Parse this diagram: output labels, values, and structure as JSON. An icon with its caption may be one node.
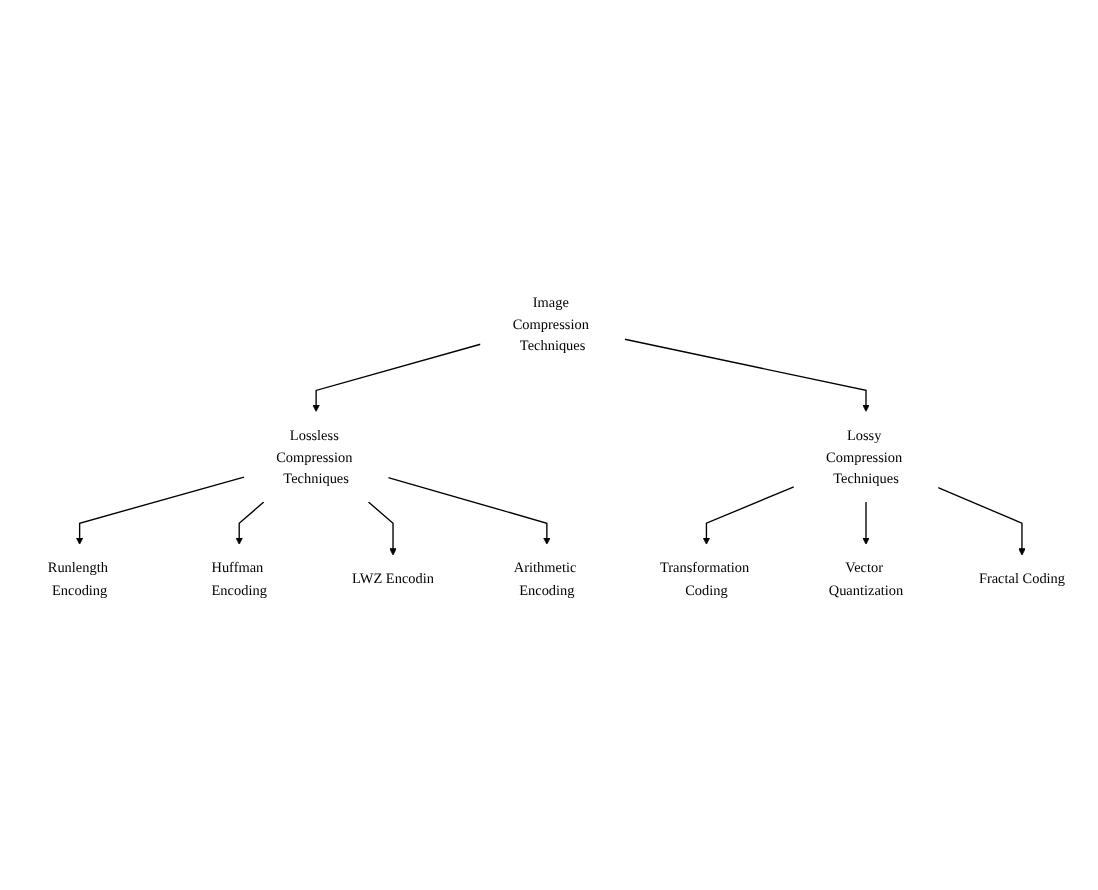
{
  "diagram": {
    "nodes": [
      {
        "text": [
          "Image Compression Techniques"
        ]
      },
      {
        "text": [
          "Lossless Compression Techniques"
        ]
      },
      {
        "text": [
          "Lossy Compression Techniques"
        ]
      },
      {
        "text": [
          "Runlength Encoding"
        ]
      },
      {
        "text": [
          "Huffman Encoding"
        ]
      },
      {
        "text": [
          "LWZ Encodin"
        ]
      },
      {
        "text": [
          "Arithmetic Encoding"
        ]
      },
      {
        "text": [
          "Transformation Coding"
        ]
      },
      {
        "text": [
          "Vector Quantization"
        ]
      },
      {
        "text": [
          "Fractal Coding"
        ]
      }
    ],
    "edges": [
      {
        "from": 0,
        "to": 1,
        "arrow": "to"
      },
      {
        "from": 0,
        "to": 2,
        "arrow": "to"
      },
      {
        "from": 1,
        "to": 3,
        "arrow": "to"
      },
      {
        "from": 1,
        "to": 4,
        "arrow": "to"
      },
      {
        "from": 1,
        "to": 5,
        "arrow": "to"
      },
      {
        "from": 1,
        "to": 6,
        "arrow": "to"
      },
      {
        "from": 2,
        "to": 7,
        "arrow": "to"
      },
      {
        "from": 2,
        "to": 8,
        "arrow": "to"
      },
      {
        "from": 2,
        "to": 9,
        "arrow": "to"
      }
    ]
  }
}
